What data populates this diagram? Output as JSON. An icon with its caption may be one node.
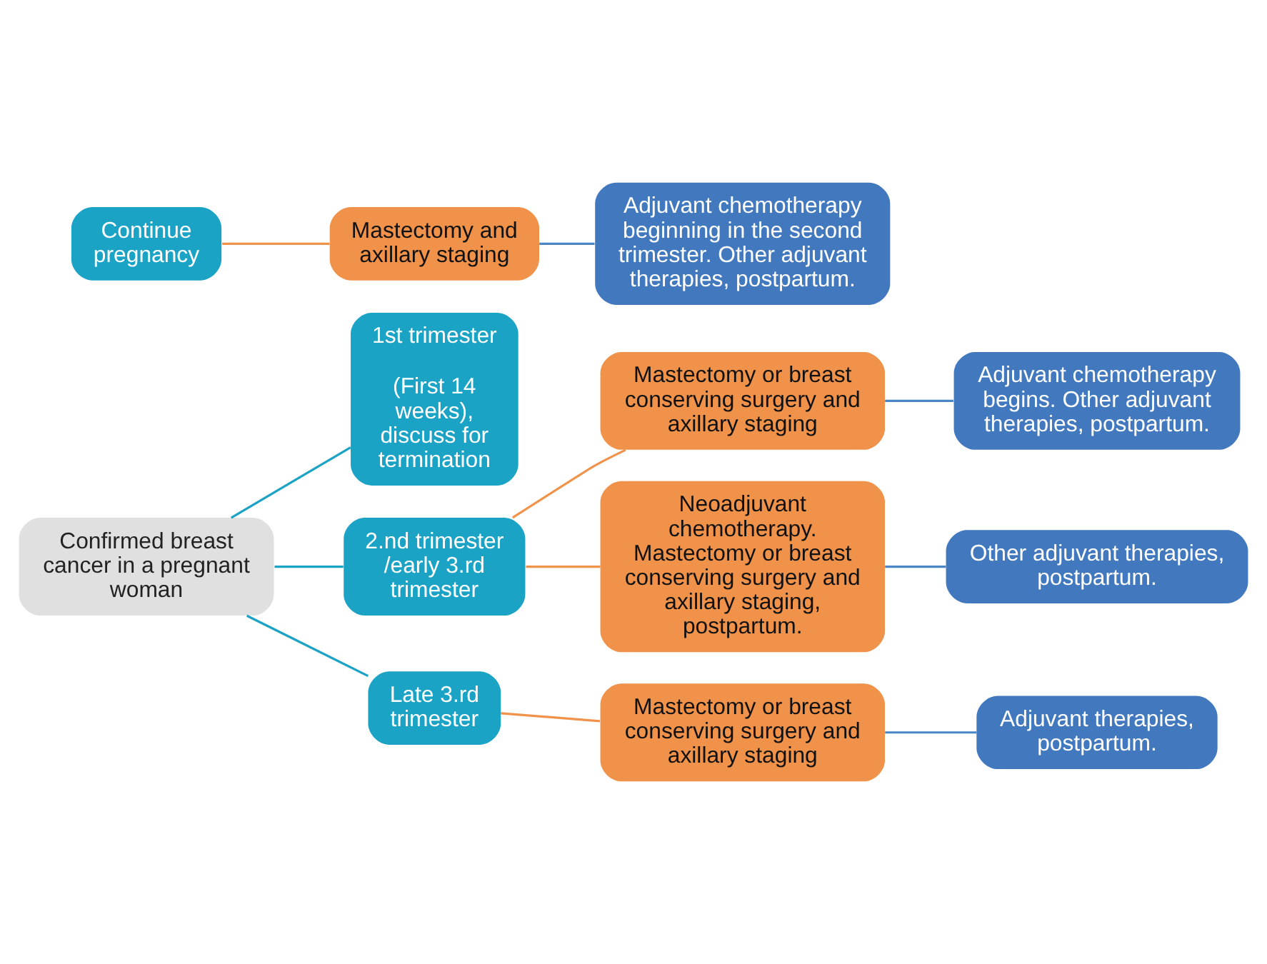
{
  "diagram": {
    "nodes": [
      {
        "text": [
          "Confirmed breast cancer in a pregnant woman"
        ]
      },
      {
        "text": [
          "1st trimester",
          "(First 14 weeks), discuss for termination"
        ]
      },
      {
        "text": [
          "Continue pregnancy"
        ]
      },
      {
        "text": [
          "Mastectomy and axillary staging"
        ]
      },
      {
        "text": [
          "Adjuvant chemotherapy beginning in the second trimester. Other adjuvant therapies, postpartum."
        ]
      },
      {
        "text": [
          "2.nd trimester/early 3.rd trimester"
        ]
      },
      {
        "text": [
          "Mastectomy or breast conserving surgery and axillary staging"
        ]
      },
      {
        "text": [
          "Adjuvant chemotherapy begins. Other adjuvant therapies, postpartum."
        ]
      },
      {
        "text": [
          "Neoadjuvant chemotherapy. Mastectomy or breast conserving surgery and axillary staging, postpartum."
        ]
      },
      {
        "text": [
          "Other adjuvant therapies, postpartum."
        ]
      },
      {
        "text": [
          "Late 3.rd trimester"
        ]
      },
      {
        "text": [
          "Mastectomy or breast conserving surgery and axillary staging"
        ]
      },
      {
        "text": [
          "Adjuvant therapies, postpartum."
        ]
      }
    ],
    "edges": [
      {
        "from": 0,
        "to": 1,
        "arrow": "none",
        "color": "#1ba3c6"
      },
      {
        "from": 2,
        "to": 3,
        "arrow": "none",
        "color": "#f0924a"
      },
      {
        "from": 3,
        "to": 4,
        "arrow": "none",
        "color": "#4a86c5"
      },
      {
        "from": 0,
        "to": 5,
        "arrow": "none",
        "color": "#1ba3c6"
      },
      {
        "from": 5,
        "to": 6,
        "arrow": "none",
        "color": "#f0924a"
      },
      {
        "from": 6,
        "to": 7,
        "arrow": "none",
        "color": "#4a86c5"
      },
      {
        "from": 5,
        "to": 8,
        "arrow": "none",
        "color": "#f0924a"
      },
      {
        "from": 8,
        "to": 9,
        "arrow": "none",
        "color": "#4a86c5"
      },
      {
        "from": 0,
        "to": 10,
        "arrow": "none",
        "color": "#1ba3c6"
      },
      {
        "from": 10,
        "to": 11,
        "arrow": "none",
        "color": "#f0924a"
      },
      {
        "from": 11,
        "to": 12,
        "arrow": "none",
        "color": "#4a86c5"
      }
    ]
  }
}
